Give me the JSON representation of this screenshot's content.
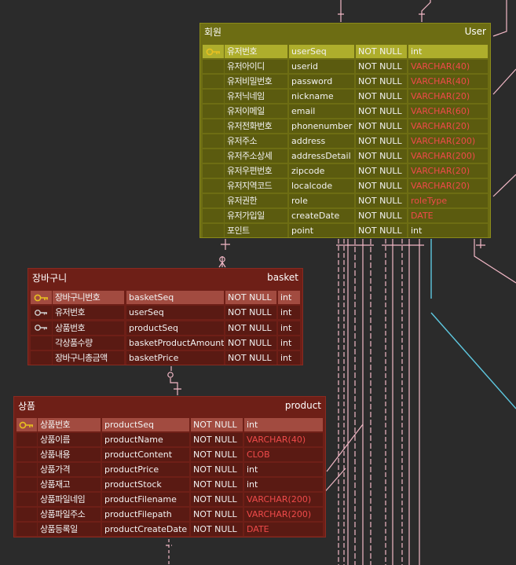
{
  "tables": {
    "user": {
      "title_ko": "회원",
      "title_en": "User",
      "columns": [
        {
          "key": "pk",
          "name": "유저번호",
          "field": "userSeq",
          "null": "NOT NULL",
          "type": "int",
          "type_red": false
        },
        {
          "key": "",
          "name": "유저아이디",
          "field": "userid",
          "null": "NOT NULL",
          "type": "VARCHAR(40)",
          "type_red": true
        },
        {
          "key": "",
          "name": "유저비밀번호",
          "field": "password",
          "null": "NOT NULL",
          "type": "VARCHAR(40)",
          "type_red": true
        },
        {
          "key": "",
          "name": "유저닉네임",
          "field": "nickname",
          "null": "NOT NULL",
          "type": "VARCHAR(20)",
          "type_red": true
        },
        {
          "key": "",
          "name": "유저이메일",
          "field": "email",
          "null": "NOT NULL",
          "type": "VARCHAR(60)",
          "type_red": true
        },
        {
          "key": "",
          "name": "유저전화번호",
          "field": "phonenumber",
          "null": "NOT NULL",
          "type": "VARCHAR(20)",
          "type_red": true
        },
        {
          "key": "",
          "name": "유저주소",
          "field": "address",
          "null": "NOT NULL",
          "type": "VARCHAR(200)",
          "type_red": true
        },
        {
          "key": "",
          "name": "유저주소상세",
          "field": "addressDetail",
          "null": "NOT NULL",
          "type": "VARCHAR(200)",
          "type_red": true
        },
        {
          "key": "",
          "name": "유저우편번호",
          "field": "zipcode",
          "null": "NOT NULL",
          "type": "VARCHAR(20)",
          "type_red": true
        },
        {
          "key": "",
          "name": "유저지역코드",
          "field": "localcode",
          "null": "NOT NULL",
          "type": "VARCHAR(20)",
          "type_red": true
        },
        {
          "key": "",
          "name": "유저권한",
          "field": "role",
          "null": "NOT NULL",
          "type": "roleType",
          "type_red": true
        },
        {
          "key": "",
          "name": "유저가입일",
          "field": "createDate",
          "null": "NOT NULL",
          "type": "DATE",
          "type_red": true
        },
        {
          "key": "",
          "name": "포인트",
          "field": "point",
          "null": "NOT NULL",
          "type": "int",
          "type_red": false
        }
      ]
    },
    "basket": {
      "title_ko": "장바구니",
      "title_en": "basket",
      "columns": [
        {
          "key": "pk",
          "name": "장바구니번호",
          "field": "basketSeq",
          "null": "NOT NULL",
          "type": "int",
          "type_red": false
        },
        {
          "key": "fk",
          "name": "유저번호",
          "field": "userSeq",
          "null": "NOT NULL",
          "type": "int",
          "type_red": false
        },
        {
          "key": "fk",
          "name": "상품번호",
          "field": "productSeq",
          "null": "NOT NULL",
          "type": "int",
          "type_red": false
        },
        {
          "key": "",
          "name": "각상품수량",
          "field": "basketProductAmount",
          "null": "NOT NULL",
          "type": "int",
          "type_red": false
        },
        {
          "key": "",
          "name": "장바구니총금액",
          "field": "basketPrice",
          "null": "NOT NULL",
          "type": "int",
          "type_red": false
        }
      ]
    },
    "product": {
      "title_ko": "상품",
      "title_en": "product",
      "columns": [
        {
          "key": "pk",
          "name": "상품번호",
          "field": "productSeq",
          "null": "NOT NULL",
          "type": "int",
          "type_red": false
        },
        {
          "key": "",
          "name": "상품이름",
          "field": "productName",
          "null": "NOT NULL",
          "type": "VARCHAR(40)",
          "type_red": true
        },
        {
          "key": "",
          "name": "상품내용",
          "field": "productContent",
          "null": "NOT NULL",
          "type": "CLOB",
          "type_red": true
        },
        {
          "key": "",
          "name": "상품가격",
          "field": "productPrice",
          "null": "NOT NULL",
          "type": "int",
          "type_red": false
        },
        {
          "key": "",
          "name": "상품재고",
          "field": "productStock",
          "null": "NOT NULL",
          "type": "int",
          "type_red": false
        },
        {
          "key": "",
          "name": "상품파일네임",
          "field": "productFilename",
          "null": "NOT NULL",
          "type": "VARCHAR(200)",
          "type_red": true
        },
        {
          "key": "",
          "name": "상품파일주소",
          "field": "productFilepath",
          "null": "NOT NULL",
          "type": "VARCHAR(200)",
          "type_red": true
        },
        {
          "key": "",
          "name": "상품등록일",
          "field": "productCreateDate",
          "null": "NOT NULL",
          "type": "DATE",
          "type_red": true
        }
      ]
    }
  },
  "colors": {
    "user_header": "#6d6d13",
    "user_pk_row": "#aeae2c",
    "red_header": "#6e1f17",
    "red_pk_row": "#a24b40",
    "type_red": "#ef4a4a",
    "line_pink": "#f2b8c6",
    "line_cyan": "#5ec8e0",
    "key_icon": "#e8c020"
  }
}
